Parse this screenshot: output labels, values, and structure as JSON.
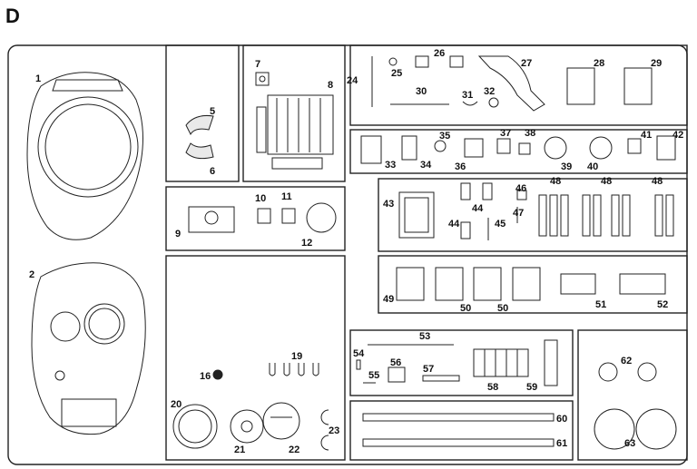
{
  "sprue": {
    "letter": "D",
    "parts": [
      {
        "id": "1",
        "label": "1"
      },
      {
        "id": "2",
        "label": "2"
      },
      {
        "id": "5",
        "label": "5"
      },
      {
        "id": "6",
        "label": "6"
      },
      {
        "id": "7",
        "label": "7"
      },
      {
        "id": "8",
        "label": "8"
      },
      {
        "id": "9",
        "label": "9"
      },
      {
        "id": "10",
        "label": "10"
      },
      {
        "id": "11",
        "label": "11"
      },
      {
        "id": "12",
        "label": "12"
      },
      {
        "id": "16",
        "label": "16"
      },
      {
        "id": "19",
        "label": "19"
      },
      {
        "id": "20",
        "label": "20"
      },
      {
        "id": "21",
        "label": "21"
      },
      {
        "id": "22",
        "label": "22"
      },
      {
        "id": "23",
        "label": "23"
      },
      {
        "id": "24",
        "label": "24"
      },
      {
        "id": "25",
        "label": "25"
      },
      {
        "id": "26",
        "label": "26"
      },
      {
        "id": "27",
        "label": "27"
      },
      {
        "id": "28",
        "label": "28"
      },
      {
        "id": "29",
        "label": "29"
      },
      {
        "id": "30",
        "label": "30"
      },
      {
        "id": "31",
        "label": "31"
      },
      {
        "id": "32",
        "label": "32"
      },
      {
        "id": "33",
        "label": "33"
      },
      {
        "id": "34",
        "label": "34"
      },
      {
        "id": "35",
        "label": "35"
      },
      {
        "id": "36",
        "label": "36"
      },
      {
        "id": "37",
        "label": "37"
      },
      {
        "id": "38",
        "label": "38"
      },
      {
        "id": "39",
        "label": "39"
      },
      {
        "id": "40",
        "label": "40"
      },
      {
        "id": "41",
        "label": "41"
      },
      {
        "id": "42",
        "label": "42"
      },
      {
        "id": "43",
        "label": "43"
      },
      {
        "id": "44a",
        "label": "44"
      },
      {
        "id": "44b",
        "label": "44"
      },
      {
        "id": "45",
        "label": "45"
      },
      {
        "id": "46",
        "label": "46"
      },
      {
        "id": "47",
        "label": "47"
      },
      {
        "id": "48a",
        "label": "48"
      },
      {
        "id": "48b",
        "label": "48"
      },
      {
        "id": "48c",
        "label": "48"
      },
      {
        "id": "49",
        "label": "49"
      },
      {
        "id": "50a",
        "label": "50"
      },
      {
        "id": "50b",
        "label": "50"
      },
      {
        "id": "51",
        "label": "51"
      },
      {
        "id": "52",
        "label": "52"
      },
      {
        "id": "53",
        "label": "53"
      },
      {
        "id": "54",
        "label": "54"
      },
      {
        "id": "55",
        "label": "55"
      },
      {
        "id": "56",
        "label": "56"
      },
      {
        "id": "57",
        "label": "57"
      },
      {
        "id": "58",
        "label": "58"
      },
      {
        "id": "59",
        "label": "59"
      },
      {
        "id": "60",
        "label": "60"
      },
      {
        "id": "61",
        "label": "61"
      },
      {
        "id": "62",
        "label": "62"
      },
      {
        "id": "63",
        "label": "63"
      }
    ]
  },
  "colors": {
    "line": "#222222",
    "background": "#ffffff",
    "shade": "#e9e9e9"
  }
}
